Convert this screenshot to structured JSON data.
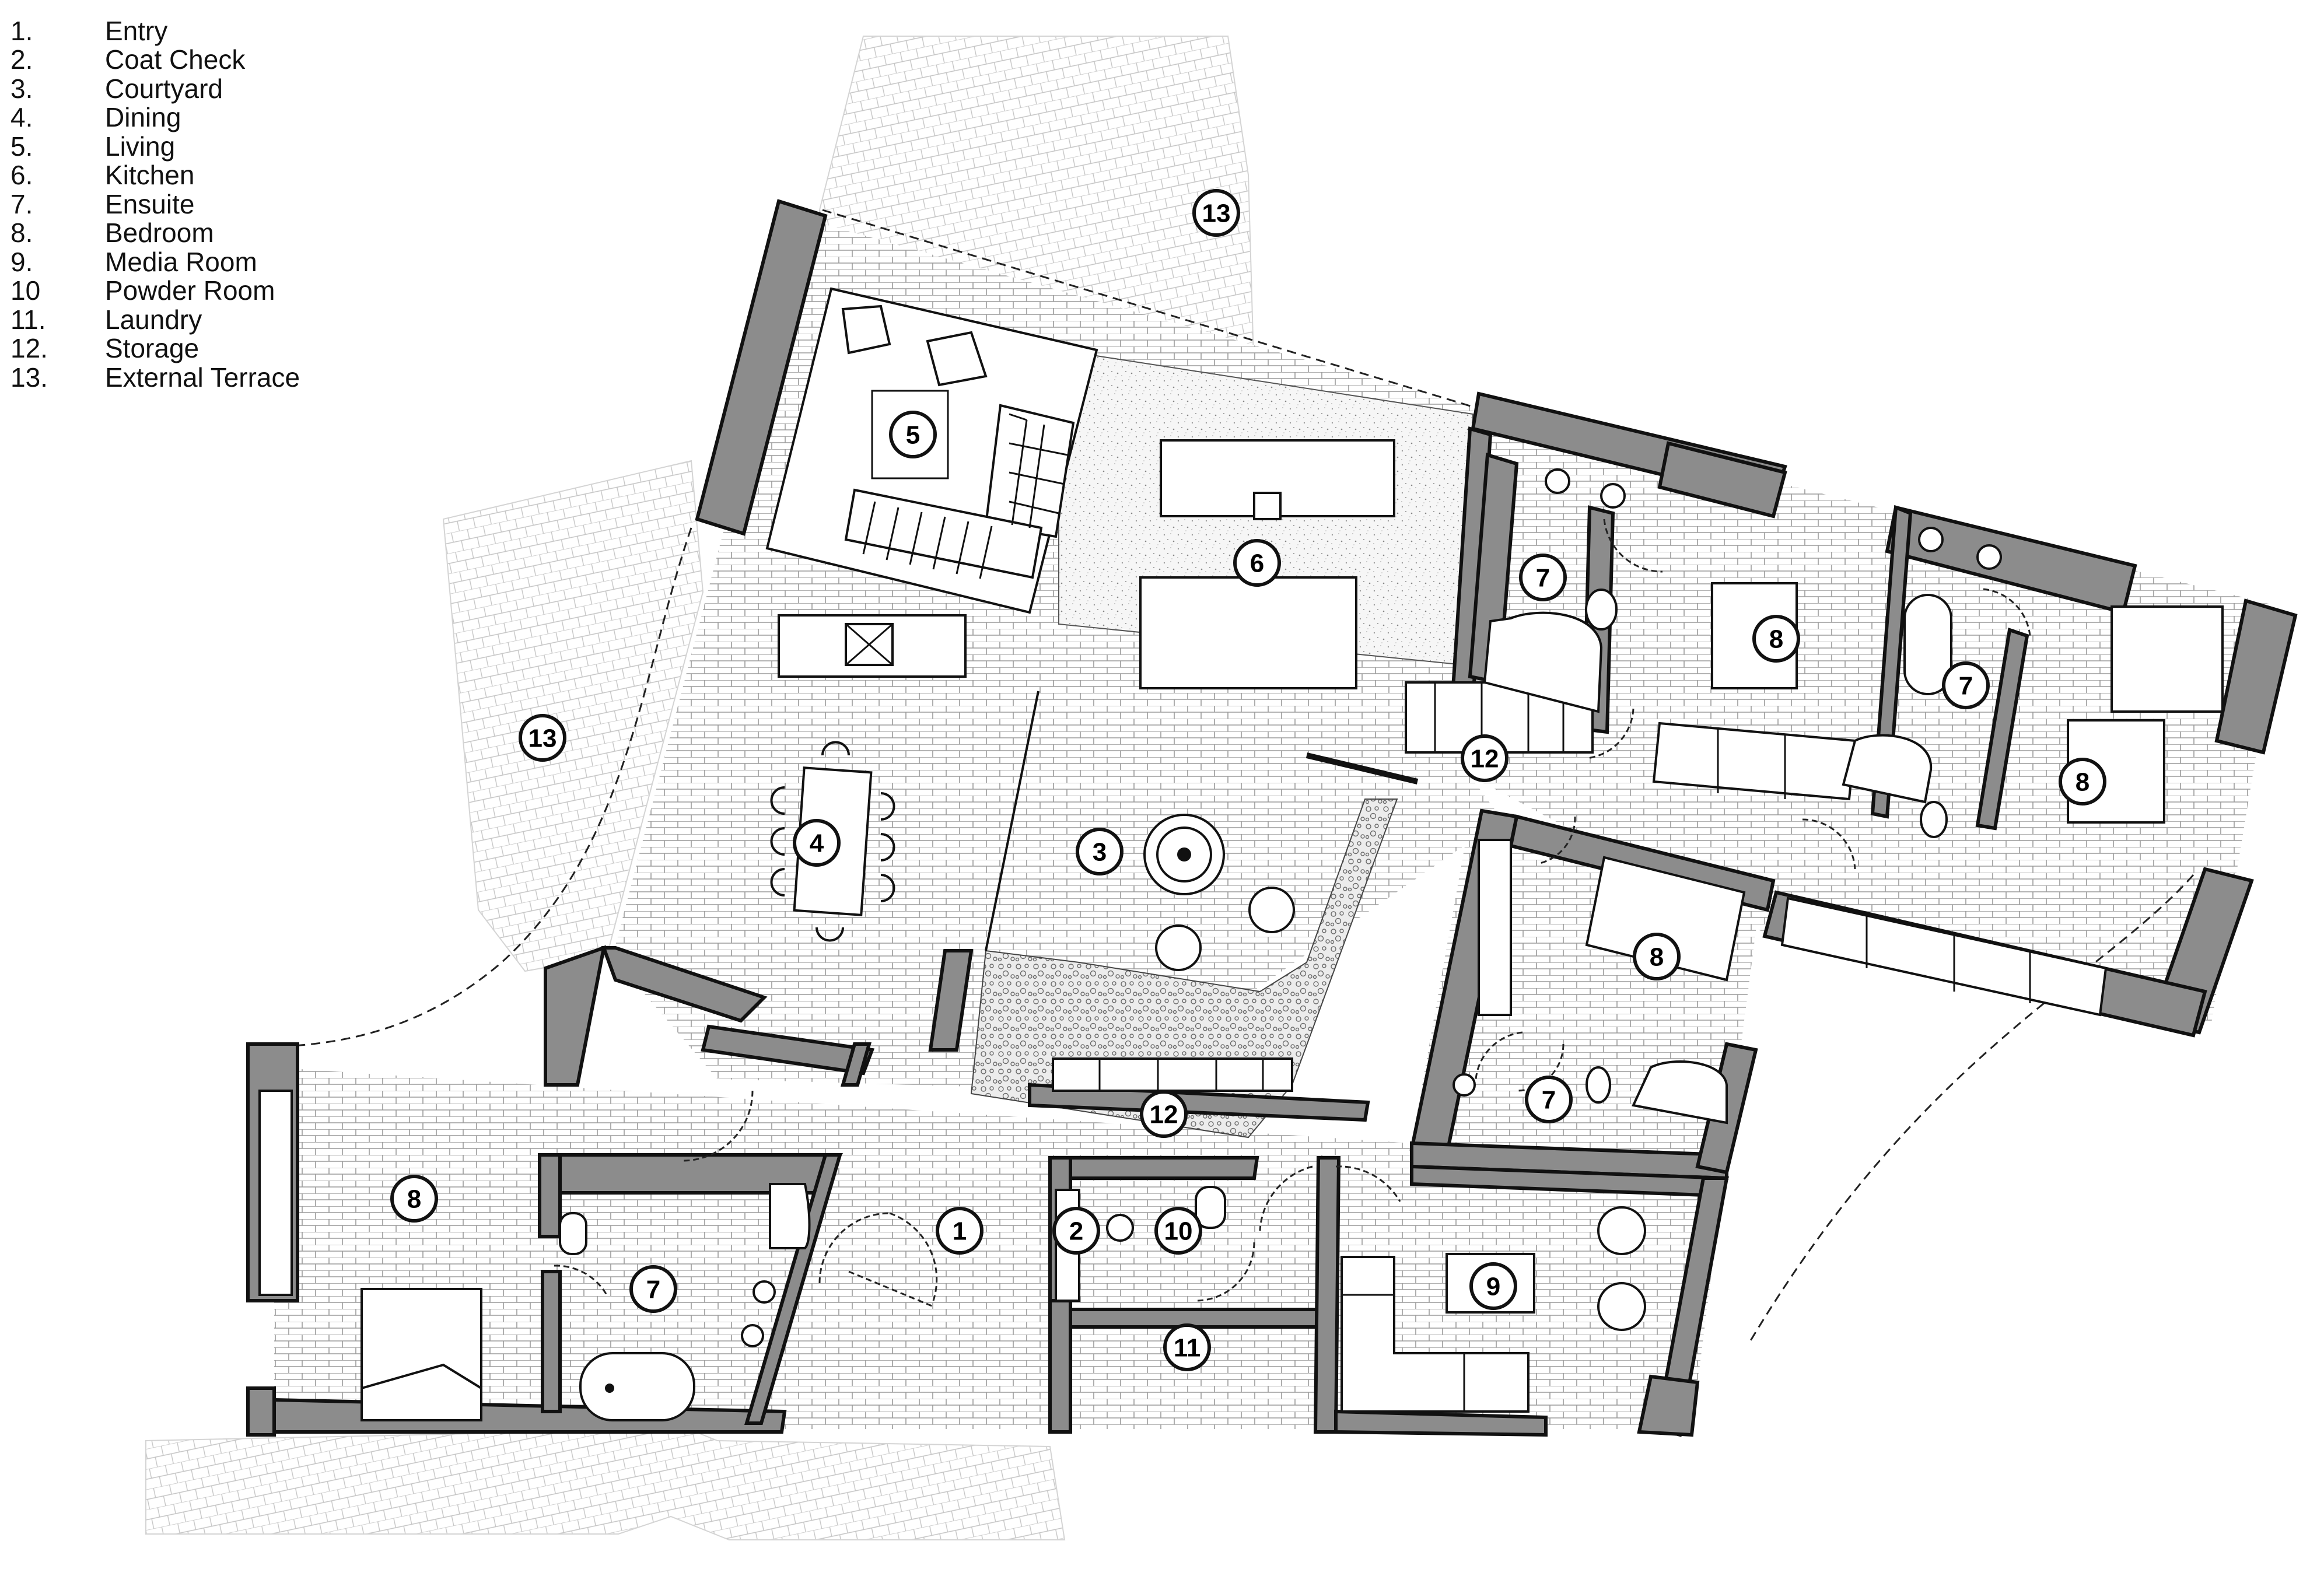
{
  "legend": [
    {
      "num": "1.",
      "label": "Entry"
    },
    {
      "num": "2.",
      "label": "Coat Check"
    },
    {
      "num": "3.",
      "label": "Courtyard"
    },
    {
      "num": "4.",
      "label": "Dining"
    },
    {
      "num": "5.",
      "label": "Living"
    },
    {
      "num": "6.",
      "label": "Kitchen"
    },
    {
      "num": "7.",
      "label": "Ensuite"
    },
    {
      "num": "8.",
      "label": "Bedroom"
    },
    {
      "num": "9.",
      "label": "Media Room"
    },
    {
      "num": "10",
      "label": "Powder Room"
    },
    {
      "num": "11.",
      "label": "Laundry"
    },
    {
      "num": "12.",
      "label": "Storage"
    },
    {
      "num": "13.",
      "label": "External Terrace"
    }
  ],
  "tags": [
    {
      "id": "terrace-north",
      "label": "13"
    },
    {
      "id": "terrace-west",
      "label": "13"
    },
    {
      "id": "living",
      "label": "5"
    },
    {
      "id": "kitchen",
      "label": "6"
    },
    {
      "id": "dining",
      "label": "4"
    },
    {
      "id": "courtyard",
      "label": "3"
    },
    {
      "id": "ensuite-a",
      "label": "7"
    },
    {
      "id": "bedroom-a",
      "label": "8"
    },
    {
      "id": "ensuite-b",
      "label": "7"
    },
    {
      "id": "bedroom-b",
      "label": "8"
    },
    {
      "id": "storage-a",
      "label": "12"
    },
    {
      "id": "bedroom-c",
      "label": "8"
    },
    {
      "id": "ensuite-c",
      "label": "7"
    },
    {
      "id": "storage-b",
      "label": "12"
    },
    {
      "id": "bedroom-d",
      "label": "8"
    },
    {
      "id": "ensuite-d",
      "label": "7"
    },
    {
      "id": "entry",
      "label": "1"
    },
    {
      "id": "coat-check",
      "label": "2"
    },
    {
      "id": "powder-room",
      "label": "10"
    },
    {
      "id": "laundry",
      "label": "11"
    },
    {
      "id": "media-room",
      "label": "9"
    }
  ]
}
